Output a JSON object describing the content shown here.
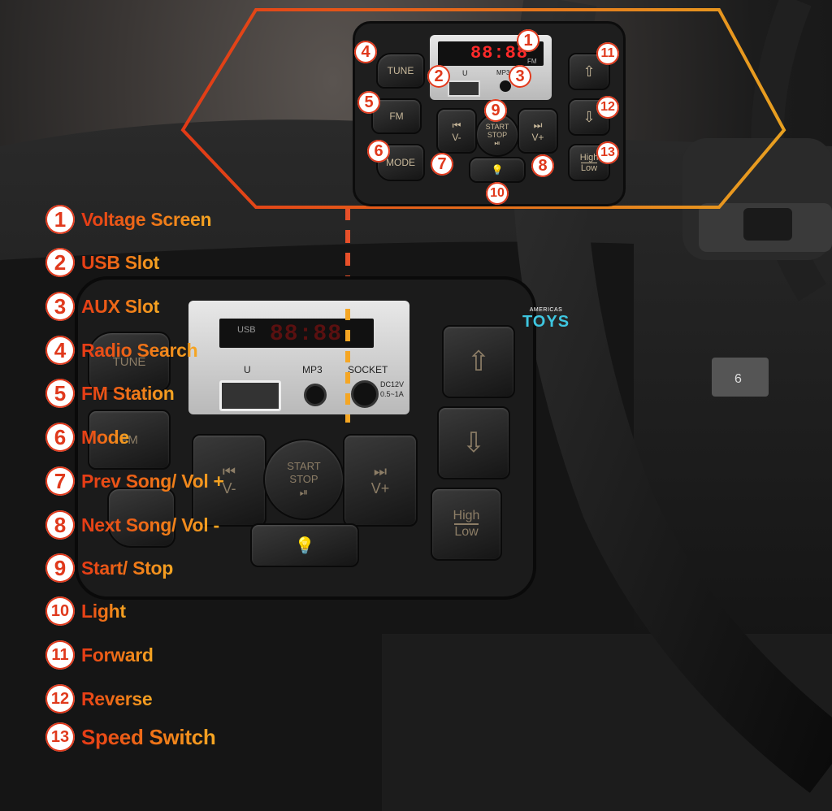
{
  "legend": [
    {
      "n": "1",
      "label": "Voltage Screen"
    },
    {
      "n": "2",
      "label": "USB Slot"
    },
    {
      "n": "3",
      "label": "AUX Slot"
    },
    {
      "n": "4",
      "label": "Radio Search"
    },
    {
      "n": "5",
      "label": "FM Station"
    },
    {
      "n": "6",
      "label": "Mode"
    },
    {
      "n": "7",
      "label": "Prev Song/ Vol +"
    },
    {
      "n": "8",
      "label": "Next Song/ Vol -"
    },
    {
      "n": "9",
      "label": "Start/ Stop"
    },
    {
      "n": "10",
      "label": "Light"
    },
    {
      "n": "11",
      "label": "Forward"
    },
    {
      "n": "12",
      "label": "Reverse"
    },
    {
      "n": "13",
      "label": "Speed Switch"
    }
  ],
  "inset": {
    "display": "88:88",
    "fm": "FM",
    "u": "U",
    "mp3": "MP3",
    "tune": "TUNE",
    "fm_btn": "FM",
    "mode": "MODE",
    "start": "START",
    "stop": "STOP",
    "prev": "V-",
    "next": "V+",
    "high": "High",
    "low": "Low"
  },
  "panel": {
    "usb": "USB",
    "display": "88:88",
    "u": "U",
    "mp3": "MP3",
    "socket": "SOCKET",
    "dc": "DC12V",
    "amp": "0.5~1A",
    "start": "START",
    "stop": "STOP",
    "prev": "V-",
    "next": "V+",
    "high": "High",
    "low": "Low",
    "tune": "TUNE",
    "fm": "FM"
  },
  "logo": {
    "top": "AMERICAS",
    "bottom": "TOYS"
  },
  "gear": "6",
  "colors": {
    "accent": "#e0391c",
    "accent2": "#f5a623"
  }
}
